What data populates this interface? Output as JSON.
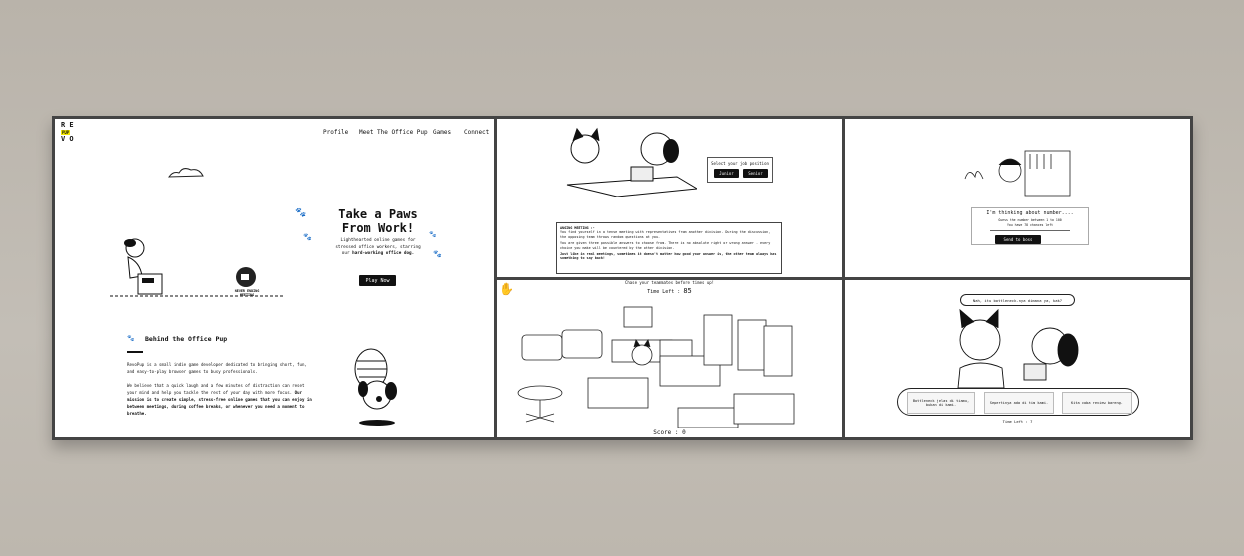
{
  "home": {
    "logo_text": "REVO PUP",
    "nav": [
      "Profile",
      "Meet The Office Pup",
      "Games",
      "Connect"
    ],
    "hero_title": "Take a Paws From Work!",
    "hero_subtitle": "Lighthearted online games for stressed office workers, starring our ",
    "hero_subtitle_bold": "hard-working office dog.",
    "play_button": "Play Now",
    "sign_label": "NEVER ENDING MEETING",
    "about_title": "Behind the Office Pup",
    "about_p1": "RevoPup is a small indie game developer dedicated to bringing short, fun, and easy-to-play browser games to busy professionals.",
    "about_p2": "We believe that a quick laugh and a few minutes of distraction can reset your mind and help you tackle the rest of your day with more focus. ",
    "about_p2_bold": "Our mission is to create simple, stress-free online games that you can enjoy in between meetings, during coffee breaks, or whenever you need a moment to breathe."
  },
  "meeting_game": {
    "select_label": "Select your job position",
    "options": [
      "Junior",
      "Senior"
    ],
    "info_title": "ANGING MEETING :-",
    "info_p1": "You find yourself in a tense meeting with representatives from another division. During the discussion, the opposing team throws random questions at you.",
    "info_p2": "You are given three possible answers to choose from. There is no absolute right or wrong answer - every choice you make will be countered by the other division.",
    "info_p3": "Just like in real meetings, sometimes it doesn't matter how good your answer is, the other team always has something to say back!"
  },
  "chase_game": {
    "instruction": "Chase your teammates before times up!",
    "time_left_label": "Time Left :",
    "time_left": "85",
    "score_label": "Score :",
    "score": "0"
  },
  "number_game": {
    "title": "I'm thinking about number....",
    "line1": "Guess the number between 1 to 100",
    "line2": "You have 78 chances left",
    "button": "Send to boss"
  },
  "dialog_game": {
    "speech": "Nah, itu bottleneck-nya dimana ya, kak?",
    "answers": [
      "Bottleneck jelas di tiamu, bukan di kami.",
      "Sepertinya ada di tim kami.",
      "Kita coba review bareng."
    ],
    "time_left": "Time Left : 7"
  }
}
